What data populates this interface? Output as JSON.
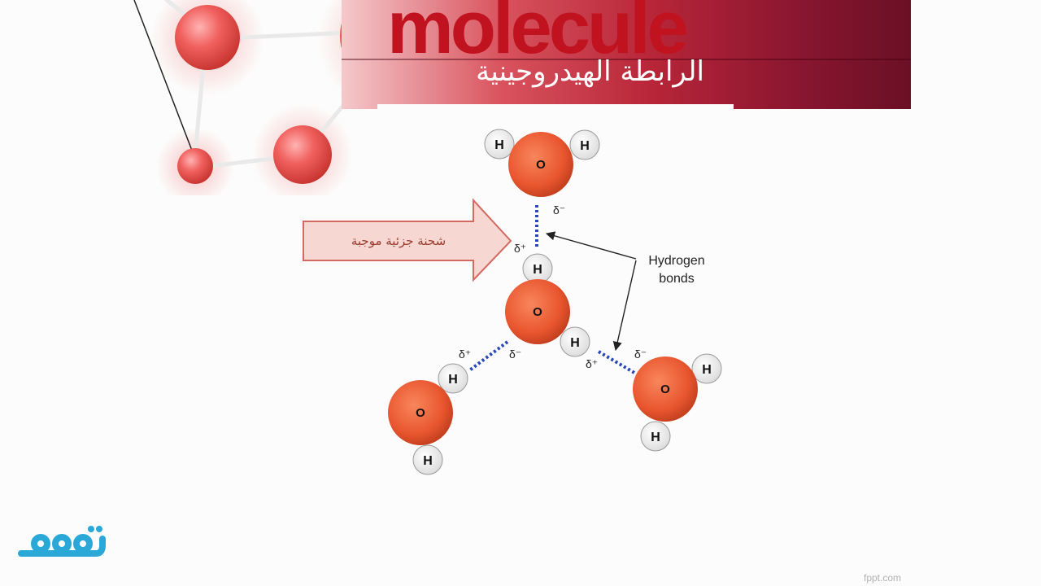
{
  "header": {
    "banner_word": "molecule",
    "title": "الرابطة الهيدروجينية"
  },
  "diagram": {
    "arrow_label": "شحنة جزئية موجبة",
    "annotation_line1": "Hydrogen",
    "annotation_line2": "bonds",
    "oxygen_label": "O",
    "hydrogen_label": "H",
    "delta_minus": "δ⁻",
    "delta_plus": "δ⁺"
  },
  "footer": {
    "credit": "fppt.com"
  },
  "colors": {
    "oxygen": "#e8552f",
    "hydrogen": "#efefef",
    "bond": "#2a47b8",
    "arrow_fill": "#f6d7d2",
    "arrow_stroke": "#d26a60",
    "logo": "#2aa8d8"
  }
}
